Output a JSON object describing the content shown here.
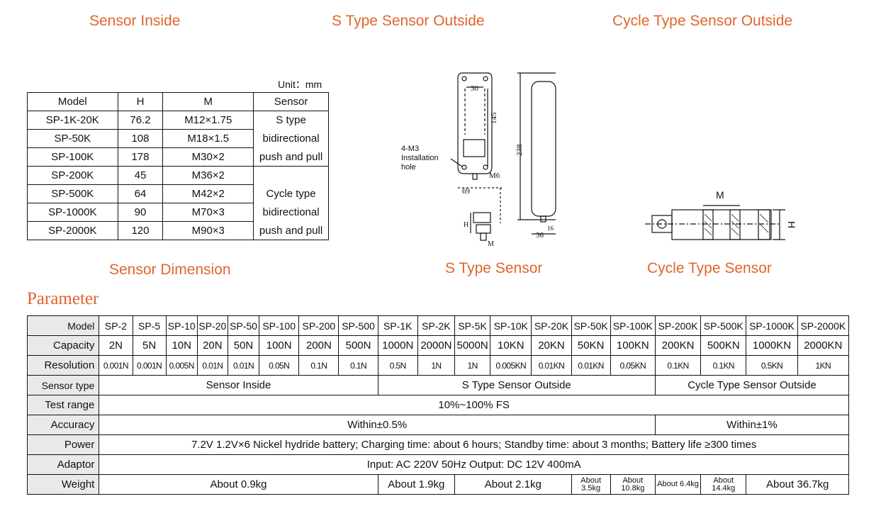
{
  "headers": {
    "sensor_inside": "Sensor Inside",
    "s_type_outside": "S Type Sensor Outside",
    "cycle_type_outside": "Cycle Type Sensor Outside",
    "sensor_dimension": "Sensor Dimension",
    "s_type_sensor": "S Type Sensor",
    "cycle_type_sensor": "Cycle Type Sensor",
    "parameter": "Parameter"
  },
  "dimension_table": {
    "unit": "Unit：mm",
    "columns": [
      "Model",
      "H",
      "M",
      "Sensor"
    ],
    "rows": [
      {
        "model": "SP-1K-20K",
        "h": "76.2",
        "m": "M12×1.75"
      },
      {
        "model": "SP-50K",
        "h": "108",
        "m": "M18×1.5"
      },
      {
        "model": "SP-100K",
        "h": "178",
        "m": "M30×2"
      },
      {
        "model": "SP-200K",
        "h": "45",
        "m": "M36×2"
      },
      {
        "model": "SP-500K",
        "h": "64",
        "m": "M42×2"
      },
      {
        "model": "SP-1000K",
        "h": "90",
        "m": "M70×3"
      },
      {
        "model": "SP-2000K",
        "h": "120",
        "m": "M90×3"
      }
    ],
    "sensor_group1": [
      "S type",
      "bidirectional",
      "push and pull"
    ],
    "sensor_group2": [
      "Cycle type",
      "bidirectional",
      "push and pull"
    ]
  },
  "diagram_labels": {
    "dim_30": "30",
    "dim_145": "145",
    "dim_238": "238",
    "dim_69": "69",
    "dim_36": "36",
    "dim_16": "16",
    "m6": "M6",
    "install_1": "4-M3",
    "install_2": "Installation",
    "install_3": "hole",
    "h_small": "H",
    "m_small": "M",
    "cycle_m": "M",
    "cycle_h": "H"
  },
  "parameter_table": {
    "row_labels": [
      "Model",
      "Capacity",
      "Resolution",
      "Sensor type",
      "Test range",
      "Accuracy",
      "Power",
      "Adaptor",
      "Weight"
    ],
    "models": [
      "SP-2",
      "SP-5",
      "SP-10",
      "SP-20",
      "SP-50",
      "SP-100",
      "SP-200",
      "SP-500",
      "SP-1K",
      "SP-2K",
      "SP-5K",
      "SP-10K",
      "SP-20K",
      "SP-50K",
      "SP-100K",
      "SP-200K",
      "SP-500K",
      "SP-1000K",
      "SP-2000K"
    ],
    "capacity": [
      "2N",
      "5N",
      "10N",
      "20N",
      "50N",
      "100N",
      "200N",
      "500N",
      "1000N",
      "2000N",
      "5000N",
      "10KN",
      "20KN",
      "50KN",
      "100KN",
      "200KN",
      "500KN",
      "1000KN",
      "2000KN"
    ],
    "resolution": [
      "0.001N",
      "0.001N",
      "0.005N",
      "0.01N",
      "0.01N",
      "0.05N",
      "0.1N",
      "0.1N",
      "0.5N",
      "1N",
      "1N",
      "0.005KN",
      "0.01KN",
      "0.01KN",
      "0.05KN",
      "0.1KN",
      "0.1KN",
      "0.5KN",
      "1KN"
    ],
    "sensor_type": [
      "Sensor Inside",
      "S Type Sensor Outside",
      "Cycle Type Sensor Outside"
    ],
    "test_range": "10%~100% FS",
    "accuracy": [
      "Within±0.5%",
      "Within±1%"
    ],
    "power": "7.2V  1.2V×6 Nickel hydride battery; Charging time: about 6 hours; Standby time: about 3 months; Battery life ≥300 times",
    "adaptor": "Input: AC 220V  50Hz   Output: DC 12V 400mA",
    "weight": [
      "About 0.9kg",
      "About 1.9kg",
      "About 2.1kg",
      "About 3.5kg",
      "About 10.8kg",
      "About 6.4kg",
      "About 14.4kg",
      "About 36.7kg"
    ]
  }
}
